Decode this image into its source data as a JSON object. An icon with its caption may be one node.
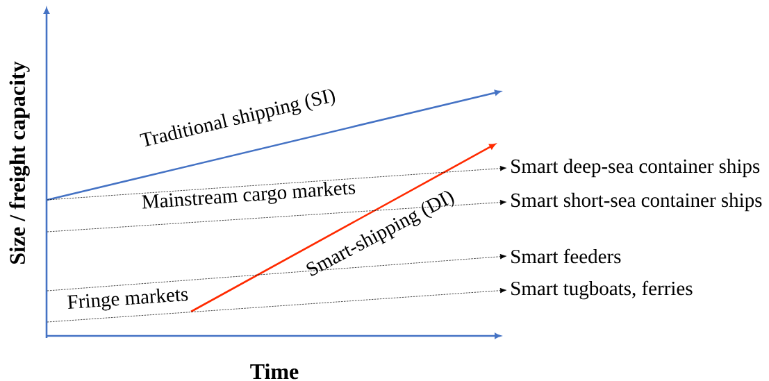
{
  "diagram": {
    "nodes": [
      {
        "text": [
          "Smart deep-sea container ships"
        ]
      },
      {
        "text": [
          "Smart short-sea container ships"
        ]
      },
      {
        "text": [
          "Smart feeders"
        ]
      },
      {
        "text": [
          "Smart tugboats, ferries"
        ]
      }
    ],
    "edges": [
      {
        "from": null,
        "to": 0,
        "arrow": "to",
        "style": "dashed"
      },
      {
        "from": null,
        "to": 1,
        "arrow": "to",
        "style": "dashed"
      },
      {
        "from": null,
        "to": 2,
        "arrow": "to",
        "style": "dashed"
      },
      {
        "from": null,
        "to": 3,
        "arrow": "to",
        "style": "dashed"
      }
    ],
    "labels": [
      "Size / freight capacity",
      "Time",
      "Traditional shipping (SI)",
      "Mainstream cargo markets",
      "Smart-shipping (DI)",
      "Fringe markets"
    ]
  }
}
